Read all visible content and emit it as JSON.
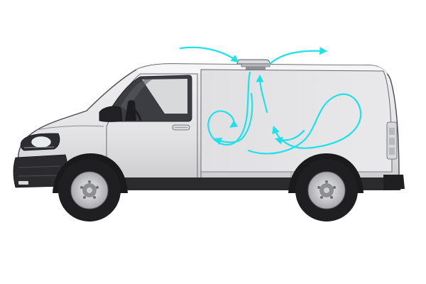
{
  "diagram": {
    "subject": "van-roof-vent-airflow",
    "icons": {
      "vehicle": "panel-van-icon",
      "roof_vent": "roof-vent-icon",
      "airflow": "airflow-arrow-icon",
      "wheel": "wheel-icon",
      "mirror": "side-mirror-icon",
      "headlight": "headlight-icon",
      "door_handle": "door-handle-icon",
      "seat": "seat-icon",
      "steering_wheel": "steering-wheel-icon"
    },
    "colors": {
      "background": "#ffffff",
      "body": "#e4e4e6",
      "body_shade": "#cfcfd2",
      "outline": "#4a4a4e",
      "bumper": "#2b2b2d",
      "tyre": "#1f1f21",
      "window": "#3b3d42",
      "window_glare": "#f4f4f6",
      "airflow": "#20e0ea"
    },
    "airflow": {
      "inflow_streams": 1,
      "outflow_streams": 1,
      "cabin_loops": 2
    }
  }
}
